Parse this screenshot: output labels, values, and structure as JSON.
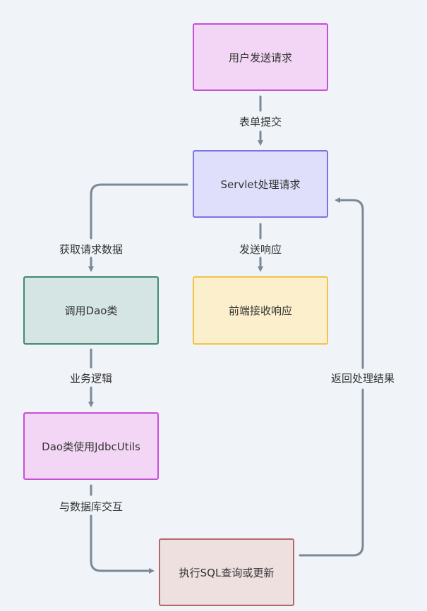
{
  "nodes": {
    "user_request": "用户发送请求",
    "servlet": "Servlet处理请求",
    "call_dao": "调用Dao类",
    "frontend_receive": "前端接收响应",
    "dao_jdbc": "Dao类使用JdbcUtils",
    "execute_sql": "执行SQL查询或更新"
  },
  "edges": {
    "form_submit": "表单提交",
    "get_request_data": "获取请求数据",
    "send_response": "发送响应",
    "business_logic": "业务逻辑",
    "return_result": "返回处理结果",
    "db_interaction": "与数据库交互"
  },
  "colors": {
    "pink_fill": "#f3d6f5",
    "pink_border": "#c54fd6",
    "blue_fill": "#dfdffb",
    "blue_border": "#7b73e8",
    "green_fill": "#d4e5e3",
    "green_border": "#3f8a6f",
    "yellow_fill": "#fcf0cc",
    "yellow_border": "#f2c445",
    "red_fill": "#efe0e0",
    "red_border": "#b3696b",
    "edge": "#7a8898"
  }
}
